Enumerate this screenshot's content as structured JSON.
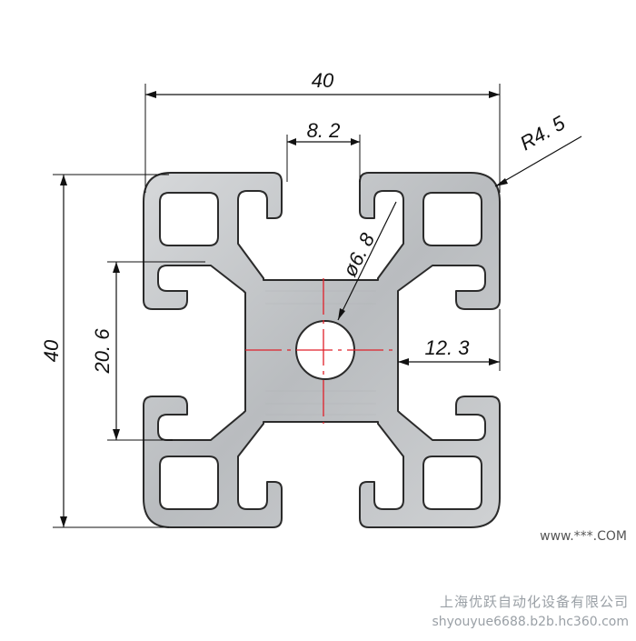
{
  "dimensions": {
    "width": "40",
    "height": "40",
    "slot_width": "8. 2",
    "corner_radius": "R4. 5",
    "center_hole": "ø6. 8",
    "inner_height": "20. 6",
    "inner_half": "12. 3"
  },
  "watermark": {
    "company": "上海优跃自动化设备有限公司",
    "site": "shyouyue6688.b2b.hc360.com",
    "overlay": "www.***.COM"
  },
  "colors": {
    "profile_fill": "#c4c6c8",
    "profile_stroke": "#2b2b2b",
    "centerline": "#e0202a",
    "dim_line": "#111111"
  }
}
